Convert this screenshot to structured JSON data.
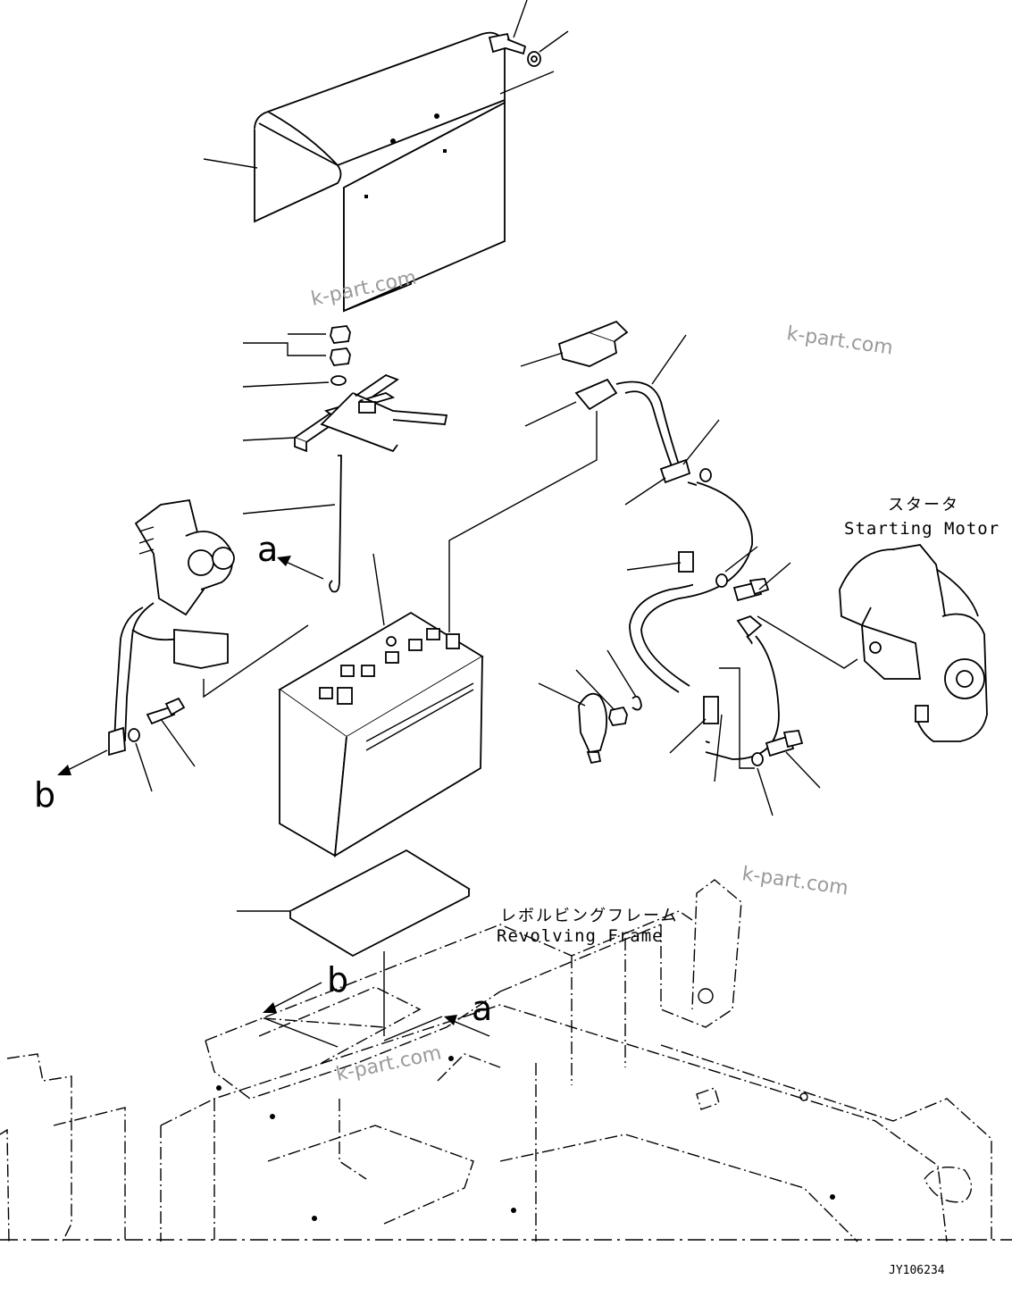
{
  "labels": {
    "starting_motor_jp": "スタータ",
    "starting_motor_en": "Starting Motor",
    "revolving_frame_jp": "レボルビングフレーム",
    "revolving_frame_en": "Revolving Frame",
    "ref_a_left": "a",
    "ref_b_left": "b",
    "ref_b_frame": "b",
    "ref_a_frame": "a",
    "drawing_code": "JY106234"
  },
  "watermarks": [
    "k-part.com",
    "k-part.com",
    "k-part.com",
    "k-part.com"
  ],
  "colors": {
    "line": "#000000",
    "background": "#ffffff",
    "watermark": "#9a9a9a"
  }
}
